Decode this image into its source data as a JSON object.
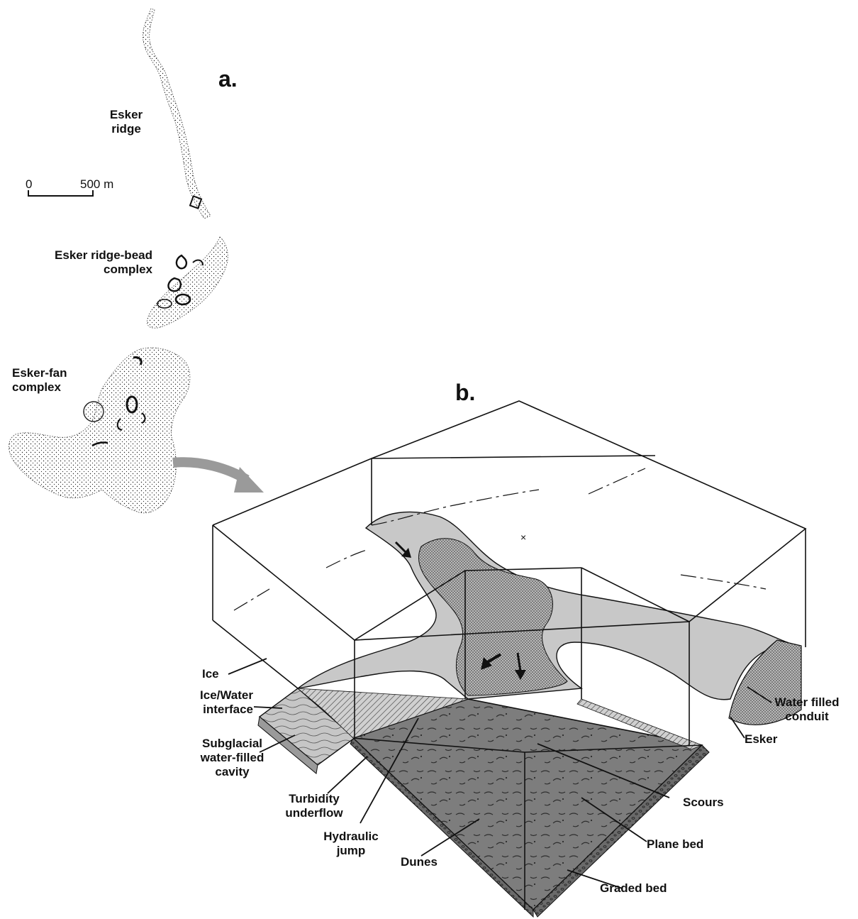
{
  "panel_a": {
    "label": "a.",
    "scale_zero": "0",
    "scale_len": "500 m",
    "labels": {
      "esker_ridge": "Esker\nridge",
      "ridge_bead": "Esker ridge-bead\ncomplex",
      "esker_fan": "Esker-fan\ncomplex"
    }
  },
  "panel_b": {
    "label": "b.",
    "labels": {
      "ice": "Ice",
      "ice_water": "Ice/Water\ninterface",
      "cavity": "Subglacial\nwater-filled\ncavity",
      "turbidity": "Turbidity\nunderflow",
      "hydraulic": "Hydraulic\njump",
      "dunes": "Dunes",
      "conduit": "Water filled\nconduit",
      "esker": "Esker",
      "scours": "Scours",
      "plane_bed": "Plane bed",
      "graded_bed": "Graded bed"
    }
  }
}
